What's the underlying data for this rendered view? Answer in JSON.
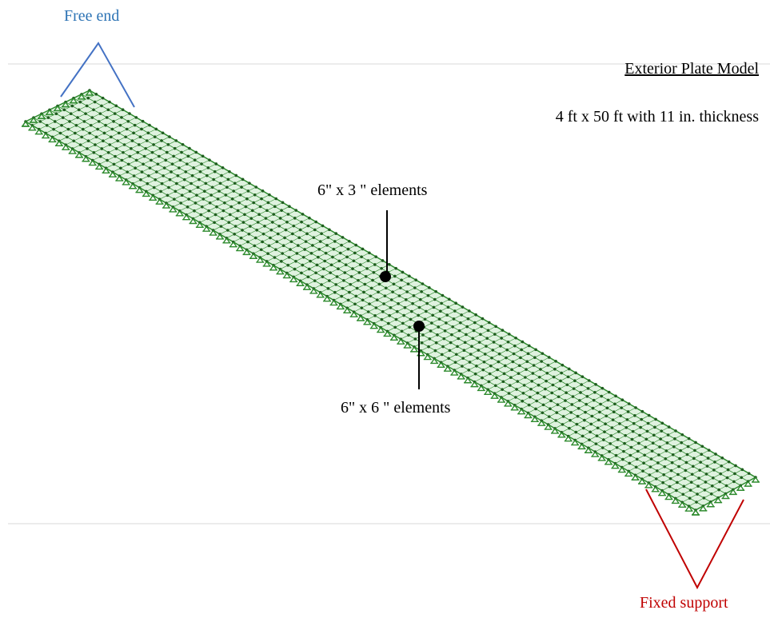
{
  "labels": {
    "free_end": "Free end",
    "fixed_support": "Fixed support",
    "title": "Exterior Plate Model",
    "dimensions": "4 ft x 50 ft with 11 in. thickness",
    "elements_small": "6\" x 3 \" elements",
    "elements_large": "6\" x 6 \" elements"
  },
  "colors": {
    "free_end": "#2e74b5",
    "fixed_support": "#c00000",
    "mesh_line": "#2e8b2e",
    "mesh_node": "#1e5d1e",
    "plate_fill": "#dff2df",
    "rule_line": "#d9d9d9",
    "pointer": "#000000"
  },
  "icons": {
    "support": "support-node-icon",
    "pointer_dot": "pointer-dot-icon"
  }
}
